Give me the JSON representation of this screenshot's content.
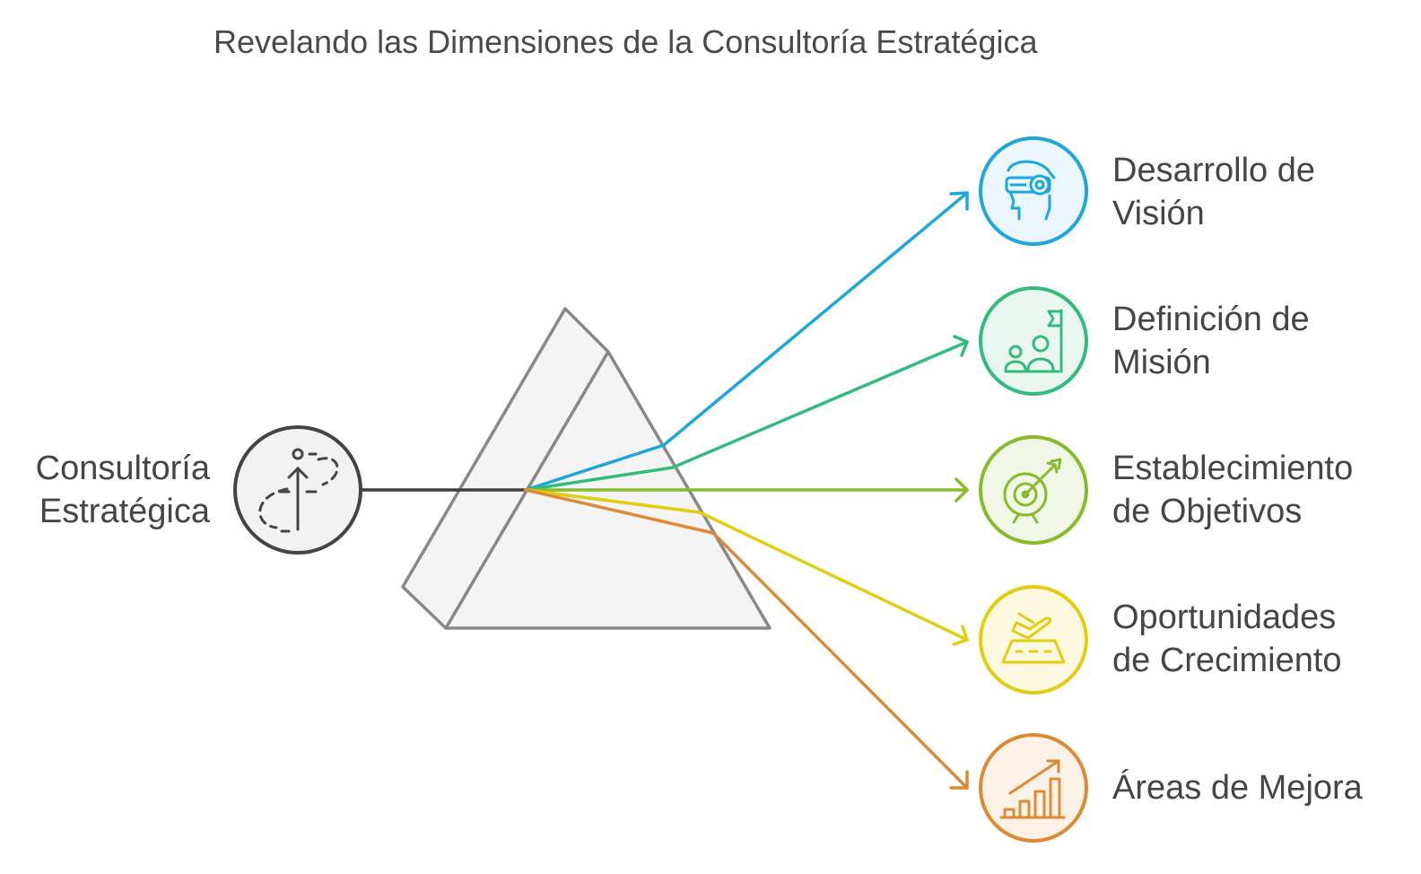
{
  "title": "Revelando las Dimensiones de la Consultoría Estratégica",
  "source": {
    "line1": "Consultoría",
    "line2": "Estratégica",
    "icon": "strategy-path-arrow-icon",
    "color": "#444444",
    "fill": "#f2f2f2"
  },
  "prism": {
    "fill": "#f4f4f4",
    "stroke": "#888888"
  },
  "outputs": [
    {
      "line1": "Desarrollo de",
      "line2": "Visión",
      "icon": "vr-headset-head-icon",
      "color": "#1ea6dd",
      "fill": "#eaf6fc"
    },
    {
      "line1": "Definición de",
      "line2": "Misión",
      "icon": "team-flag-icon",
      "color": "#33bb7c",
      "fill": "#eaf7f0"
    },
    {
      "line1": "Establecimiento",
      "line2": "de Objetivos",
      "icon": "target-arrow-icon",
      "color": "#88bb2c",
      "fill": "#f1f7e6"
    },
    {
      "line1": "Oportunidades",
      "line2": "de Crecimiento",
      "icon": "plane-runway-icon",
      "color": "#e2cd12",
      "fill": "#fcf9e0"
    },
    {
      "line1": "Áreas de Mejora",
      "line2": "",
      "icon": "growth-chart-icon",
      "color": "#de8a35",
      "fill": "#fcf1e6"
    }
  ]
}
